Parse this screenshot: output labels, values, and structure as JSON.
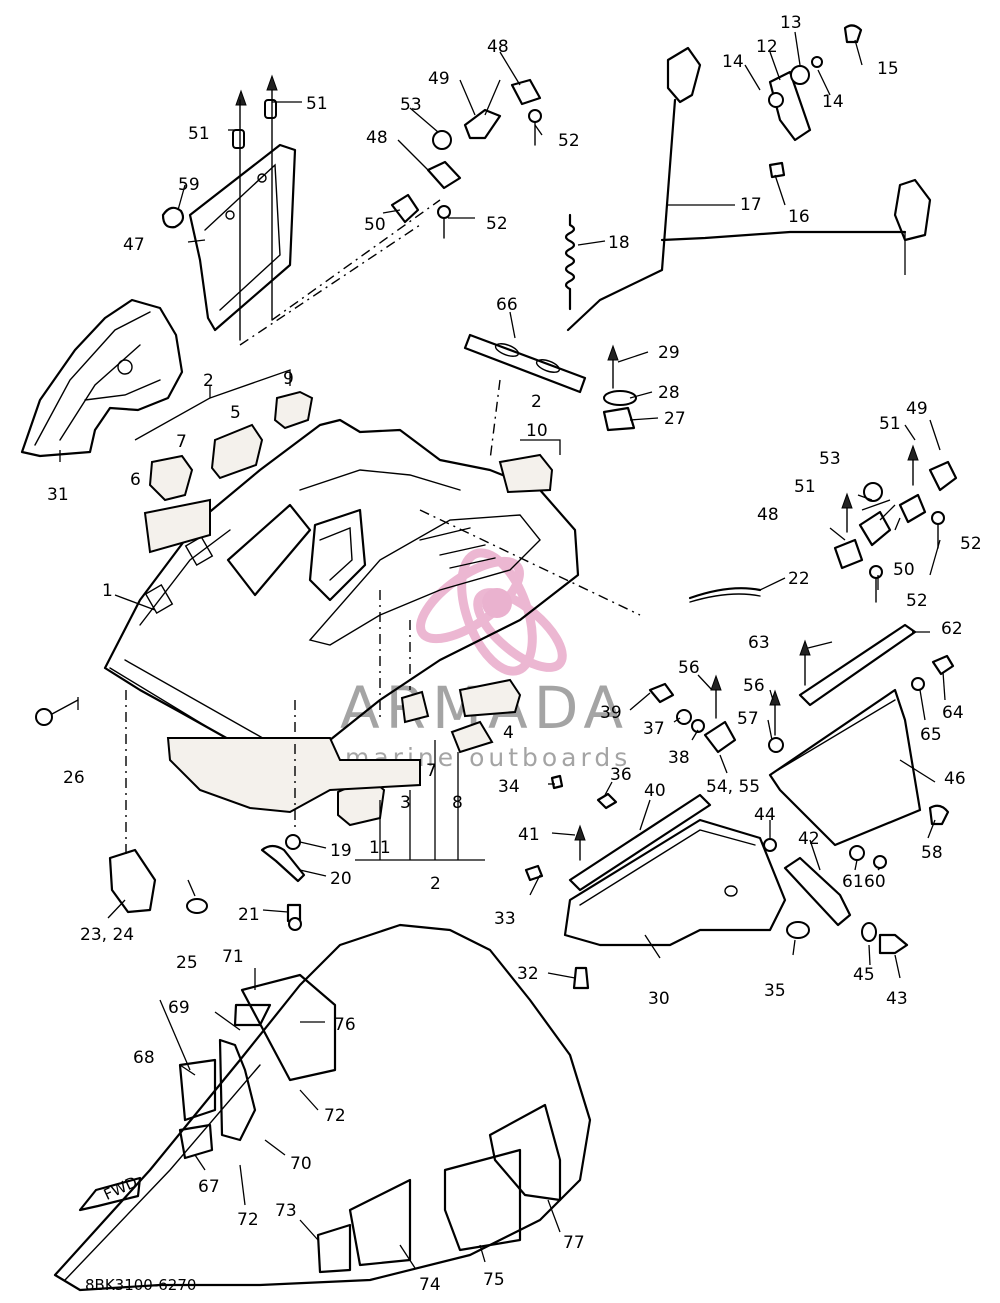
{
  "diagram": {
    "drawing_code": "8BK3100-6270",
    "direction_badge": "FWD",
    "watermark": {
      "brand": "ARMADA",
      "tagline": "marine outboards",
      "logo_color": "#e8a6c8",
      "text_color": "#5a5a5a"
    },
    "callouts": [
      "1",
      "2",
      "2",
      "2",
      "3",
      "4",
      "5",
      "6",
      "7",
      "7",
      "8",
      "9",
      "10",
      "11",
      "12",
      "13",
      "14",
      "14",
      "15",
      "16",
      "17",
      "18",
      "19",
      "20",
      "21",
      "22",
      "23, 24",
      "25",
      "26",
      "27",
      "28",
      "29",
      "30",
      "31",
      "32",
      "33",
      "34",
      "35",
      "36",
      "37",
      "38",
      "39",
      "40",
      "41",
      "42",
      "43",
      "44",
      "45",
      "46",
      "47",
      "48",
      "48",
      "48",
      "49",
      "49",
      "50",
      "50",
      "51",
      "51",
      "51",
      "51",
      "52",
      "52",
      "52",
      "52",
      "53",
      "53",
      "54, 55",
      "56",
      "56",
      "57",
      "58",
      "59",
      "60",
      "61",
      "62",
      "63",
      "64",
      "65",
      "66",
      "67",
      "68",
      "69",
      "70",
      "71",
      "72",
      "72",
      "73",
      "74",
      "75",
      "76",
      "77"
    ]
  }
}
